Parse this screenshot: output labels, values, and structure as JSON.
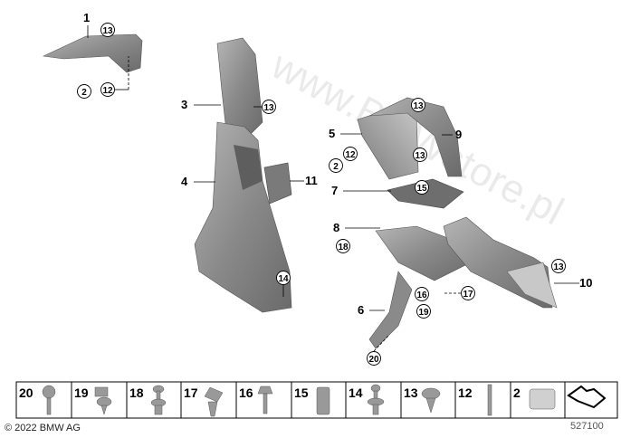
{
  "watermark": "www.BMWstore.pl",
  "callouts": {
    "p1": "1",
    "p3": "3",
    "p4": "4",
    "p5": "5",
    "p6": "6",
    "p7": "7",
    "p8": "8",
    "p9": "9",
    "p10": "10",
    "p11": "11",
    "c13a": "13",
    "c12a": "12",
    "c2a": "2",
    "c13b": "13",
    "c14": "14",
    "c12b": "12",
    "c2b": "2",
    "c13c": "13",
    "c13d": "13",
    "c15": "15",
    "c18": "18",
    "c16": "16",
    "c19": "19",
    "c17": "17",
    "c20": "20",
    "c13e": "13"
  },
  "parts_strip": [
    "20",
    "19",
    "18",
    "17",
    "16",
    "15",
    "14",
    "13",
    "12",
    "2"
  ],
  "footer": {
    "copyright": "© 2022 BMW AG",
    "diagram_number": "527100"
  },
  "colors": {
    "part": "#8c8c8c",
    "part_light": "#b9b9b9",
    "part_dark": "#5e5e5e"
  }
}
